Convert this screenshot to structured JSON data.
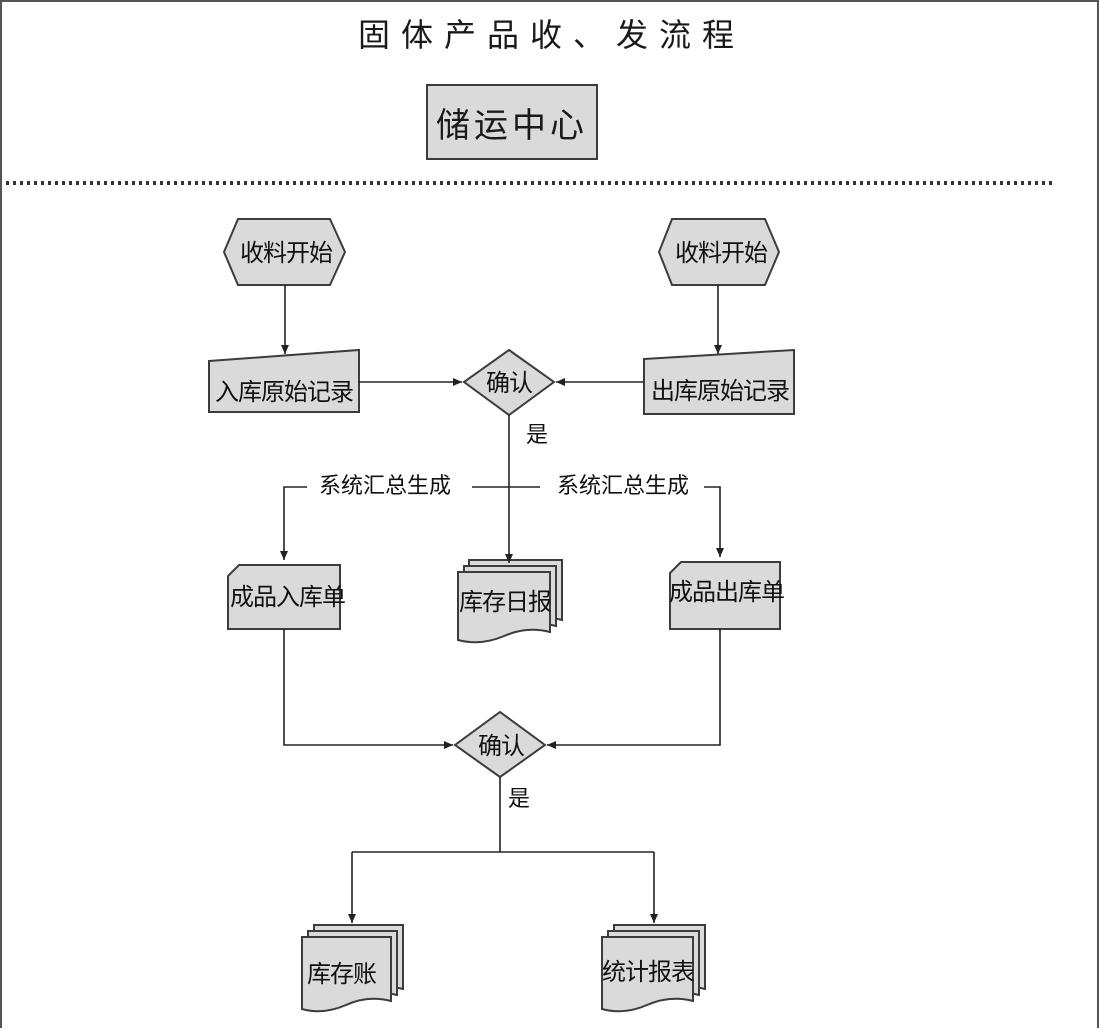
{
  "title": "固体产品收、发流程",
  "department": "储运中心",
  "nodes": {
    "start_receive": "收料开始",
    "start_issue": "收料开始",
    "inbound_record": "入库原始记录",
    "outbound_record": "出库原始记录",
    "confirm_1": "确认",
    "confirm_2": "确认",
    "product_inbound": "成品入库单",
    "product_outbound": "成品出库单",
    "inventory_daily": "库存日报",
    "inventory_ledger": "库存账",
    "statistics_report": "统计报表"
  },
  "edges": {
    "yes_1": "是",
    "yes_2": "是",
    "summary_left": "系统汇总生成",
    "summary_right": "系统汇总生成"
  }
}
